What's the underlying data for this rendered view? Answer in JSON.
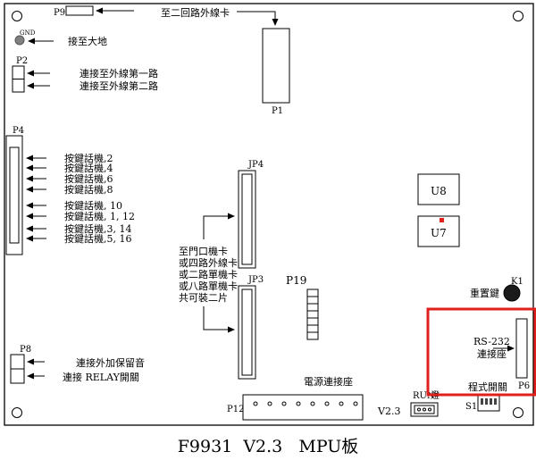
{
  "connectors": {
    "p9": "P9",
    "p1": "P1",
    "p2": "P2",
    "p4": "P4",
    "p8": "P8",
    "jp4": "JP4",
    "jp3": "JP3",
    "p19": "P19",
    "p12": "P12",
    "p6": "P6",
    "k1": "K1",
    "u8": "U8",
    "u7": "U7",
    "gnd": "GND",
    "s1": "S1",
    "run": "RUN",
    "version_mark": "V2.3"
  },
  "labels": {
    "p9_desc": "至二回路外線卡",
    "gnd_desc": "接至大地",
    "p2_line1": "連接至外線第一路",
    "p2_line2": "連接至外線第二路",
    "p4_lines": [
      "按鍵話機,2",
      "按鍵話機,4",
      "按鍵話機,6",
      "按鍵話機,8",
      "按鍵話機, 10",
      "按鍵話機, 1, 12",
      "按鍵話機,3, 14",
      "按鍵話機,5, 16"
    ],
    "jp_desc": [
      "至門口機卡",
      "或四路外線卡",
      "或二路單機卡",
      "或八路單機卡",
      "共可裝二片"
    ],
    "k1_desc": "重置鍵",
    "rs232_line1": "RS-232",
    "rs232_line2": "連接座",
    "power_desc": "電源連接座",
    "run_desc": "燈",
    "s1_desc": "程式開關",
    "p8_line1": "連接外加保留音",
    "p8_line2": "連接 RELAY開關"
  },
  "caption": "F9931  V2.3   MPU板",
  "colors": {
    "highlight": "#e0201c",
    "board": "#000000",
    "led": "#e0201c",
    "gnd": "#808080"
  }
}
